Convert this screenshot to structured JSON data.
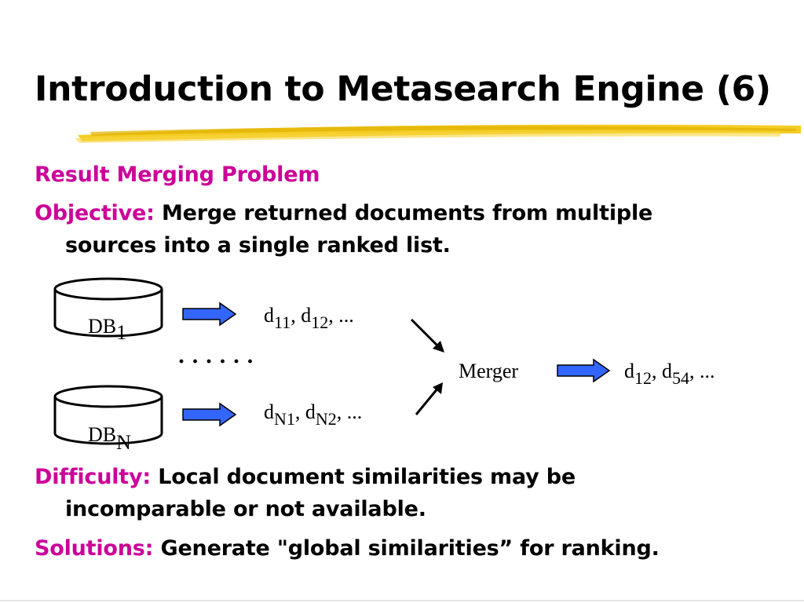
{
  "slide": {
    "title": "Introduction to Metasearch Engine (6)",
    "heading": "Result Merging Problem",
    "objective_label": "Objective:",
    "objective_text_1": "Merge returned documents from multiple",
    "objective_text_2": "sources into a single ranked list.",
    "difficulty_label": "Difficulty:",
    "difficulty_text_1": "Local document similarities may be",
    "difficulty_text_2": "incomparable or not available.",
    "solutions_label": "Solutions:",
    "solutions_text": "Generate \"global similarities” for ranking."
  },
  "diagram": {
    "db1_base": "DB",
    "db1_sub": "1",
    "dbn_base": "DB",
    "dbn_sub": "N",
    "ellipsis": "· · · · · ·",
    "list1": {
      "d": "d",
      "s1": "11",
      "sep": ", d",
      "s2": "12",
      "tail": ", ..."
    },
    "listn": {
      "d": "d",
      "s1": "N1",
      "sep": ", d",
      "s2": "N2",
      "tail": ", ..."
    },
    "merger": "Merger",
    "result": {
      "d": "d",
      "s1": "12",
      "sep": ", d",
      "s2": "54",
      "tail": ", ..."
    },
    "arrow_color": "#3366ff"
  },
  "colors": {
    "accent": "#cc0099",
    "highlight": "#f2c400"
  }
}
